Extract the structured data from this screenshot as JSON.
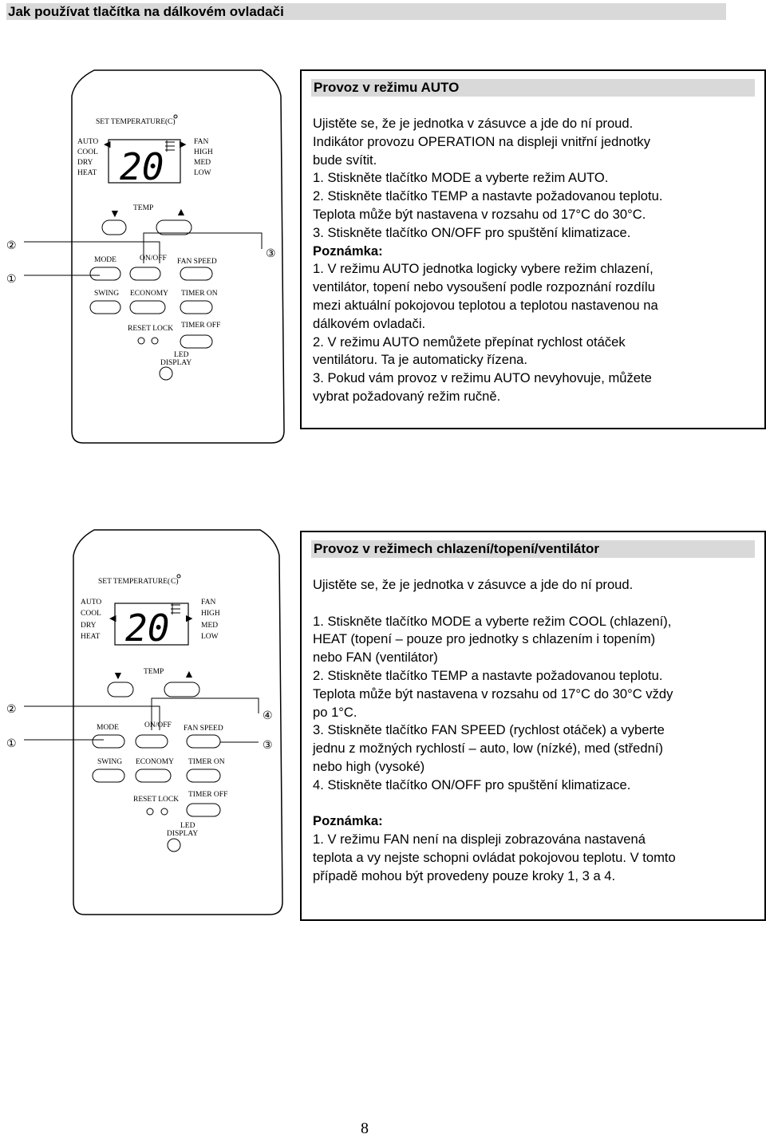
{
  "page_title": "Jak používat tlačítka na dálkovém ovladači",
  "page_number": "8",
  "remote": {
    "set_temperature": "SET TEMPERATURE(",
    "degree_unit": "C)",
    "modes": [
      "AUTO",
      "COOL",
      "DRY",
      "HEAT"
    ],
    "fan_levels": [
      "FAN",
      "HIGH",
      "MED",
      "LOW"
    ],
    "display_value": "20",
    "temp_label": "TEMP",
    "mode_label": "MODE",
    "onoff_label": "ON/OFF",
    "fan_speed_label": "FAN SPEED",
    "swing_label": "SWING",
    "economy_label": "ECONOMY",
    "timer_on_label": "TIMER ON",
    "timer_off_label": "TIMER OFF",
    "reset_lock_label": "RESET LOCK",
    "led_label": "LED",
    "display_label": "DISPLAY",
    "down_arrow": "▼",
    "up_arrow": "▲",
    "left_arrow": "◀",
    "right_arrow": "▶"
  },
  "callouts": {
    "one": "①",
    "two": "②",
    "three": "③",
    "four": "④"
  },
  "section_auto": {
    "heading": "Provoz v režimu AUTO",
    "lines": [
      "Ujistěte se, že je jednotka v zásuvce a jde do ní proud.",
      "Indikátor provozu OPERATION na displeji vnitřní jednotky",
      "bude svítit.",
      "1. Stiskněte tlačítko MODE a vyberte režim AUTO.",
      "2. Stiskněte tlačítko TEMP a nastavte požadovanou teplotu.",
      "Teplota může být nastavena v rozsahu od 17°C do 30°C.",
      "3. Stiskněte tlačítko ON/OFF pro spuštění klimatizace."
    ],
    "note_label": "Poznámka:",
    "note_lines": [
      "1. V režimu AUTO jednotka logicky vybere režim chlazení,",
      "ventilátor, topení nebo vysoušení podle rozpoznání rozdílu",
      "mezi aktuální pokojovou teplotou a teplotou nastavenou na",
      "dálkovém ovladači.",
      "2. V režimu AUTO nemůžete přepínat rychlost otáček",
      "ventilátoru. Ta je automaticky řízena.",
      "3. Pokud vám provoz v režimu AUTO nevyhovuje, můžete",
      "vybrat požadovaný režim ručně."
    ]
  },
  "section_cool": {
    "heading": "Provoz v režimech chlazení/topení/ventilátor",
    "intro": "Ujistěte se, že je jednotka v zásuvce a jde do ní proud.",
    "lines": [
      "1. Stiskněte tlačítko MODE a vyberte režim COOL (chlazení),",
      "HEAT (topení – pouze pro jednotky s chlazením i topením)",
      "nebo FAN (ventilátor)",
      "2. Stiskněte tlačítko TEMP a nastavte požadovanou teplotu.",
      "Teplota může být nastavena v rozsahu od 17°C do 30°C vždy",
      "po 1°C.",
      "3. Stiskněte tlačítko FAN SPEED (rychlost otáček) a vyberte",
      "jednu z možných rychlostí – auto, low (nízké), med (střední)",
      "nebo high (vysoké)",
      "4. Stiskněte tlačítko ON/OFF pro spuštění klimatizace."
    ],
    "note_label": "Poznámka:",
    "note_lines": [
      "1. V režimu FAN není na displeji zobrazována nastavená",
      "teplota a vy nejste schopni ovládat pokojovou teplotu. V tomto",
      "případě mohou být provedeny pouze kroky 1, 3 a 4."
    ]
  }
}
